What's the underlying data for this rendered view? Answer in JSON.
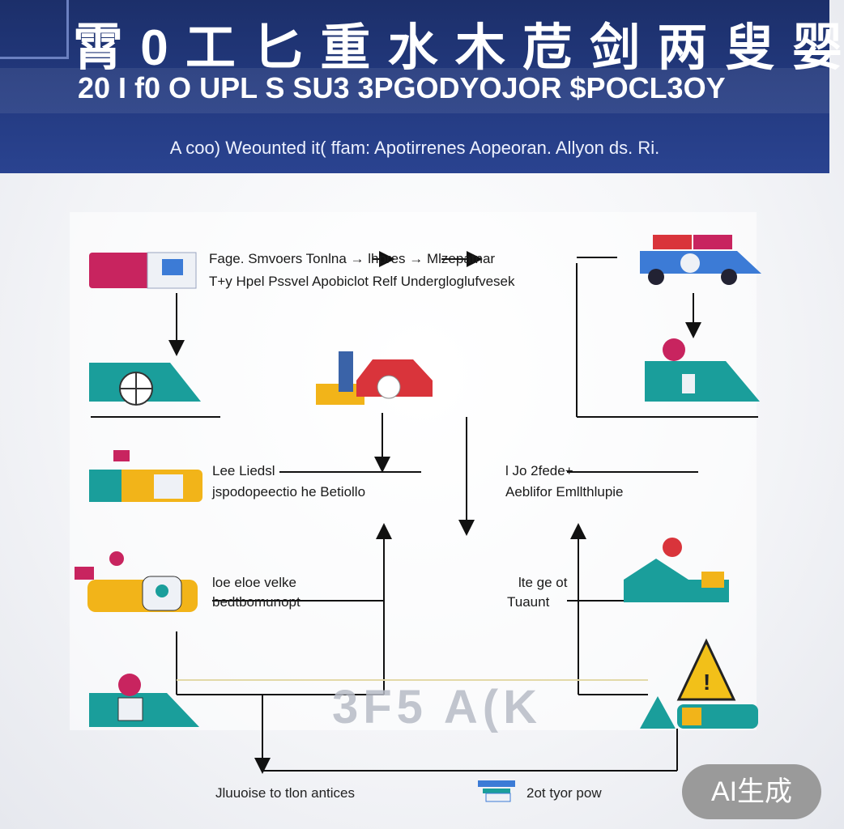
{
  "header": {
    "title_zh": "霄 0 工 匕 重  水 木 苊 剑  两 叟 婴",
    "title_en": "20 I f0  O UPL S SU3  3PGODYOJOR  $POCL3OY",
    "subtitle": "A  coo) Weounted it( ffam: Apotirrenes Aopeoran. Allyon ds.  Ri."
  },
  "flow": {
    "top_row": "Fage. Smvoers  Tonlna  →  lhpres  →  Mlzepatnar",
    "top_sub": "T+y Hpel Pssvel Apobiclot Relf Undergloglufvesek",
    "mid_left_1": "Lee Liedsl",
    "mid_left_2": "jspodopeectio he Betiollo",
    "mid_right_1": "l  Jo 2fede+",
    "mid_right_2": "Aeblifor Emllthlupie",
    "low_left_1": "loe eloe velke",
    "low_left_2": "bedtbomunopt",
    "low_right_1": "lte ge ot",
    "low_right_2": "Tuaunt"
  },
  "footer": {
    "left": "Jluuoise to tlon antices",
    "right": "2ot tyor pow"
  },
  "watermark": "3F5 A(K",
  "badge": "AI生成",
  "colors": {
    "navy": "#233a80",
    "teal": "#1a9e9b",
    "magenta": "#c8245f",
    "yellow": "#f2b419",
    "red": "#d9343b",
    "blue": "#3c7bd6"
  }
}
